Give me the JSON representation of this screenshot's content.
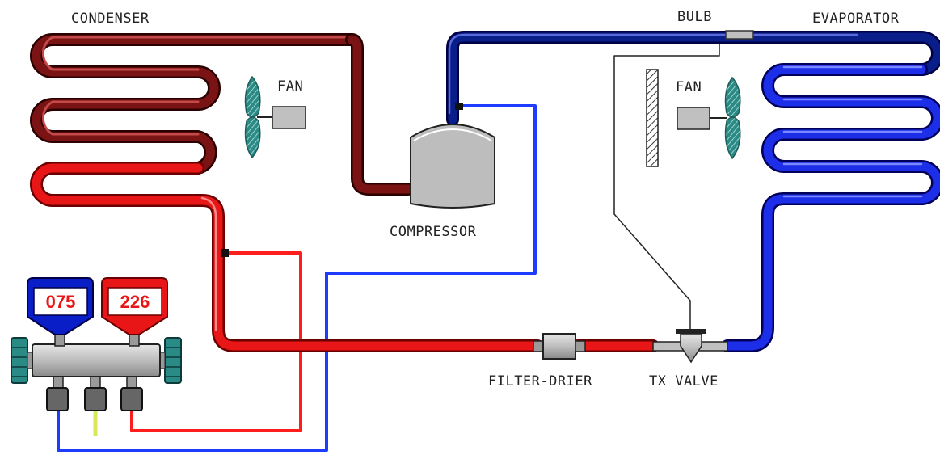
{
  "labels": {
    "condenser": "CONDENSER",
    "evaporator": "EVAPORATOR",
    "bulb": "BULB",
    "fan_left": "FAN",
    "fan_right": "FAN",
    "compressor": "COMPRESSOR",
    "filter_drier": "FILTER-DRIER",
    "tx_valve": "TX VALVE"
  },
  "gauges": {
    "low_side": "075",
    "high_side": "226"
  },
  "colors": {
    "hot_gas": "#6b0a0a",
    "liquid": "#e81616",
    "suction": "#0a1e8a",
    "evaporator": "#1c2ee8",
    "hose_blue": "#1e3cff",
    "hose_red": "#ff1e1e",
    "component_gray": "#c0c0c0",
    "fan_teal": "#2a8a86"
  }
}
